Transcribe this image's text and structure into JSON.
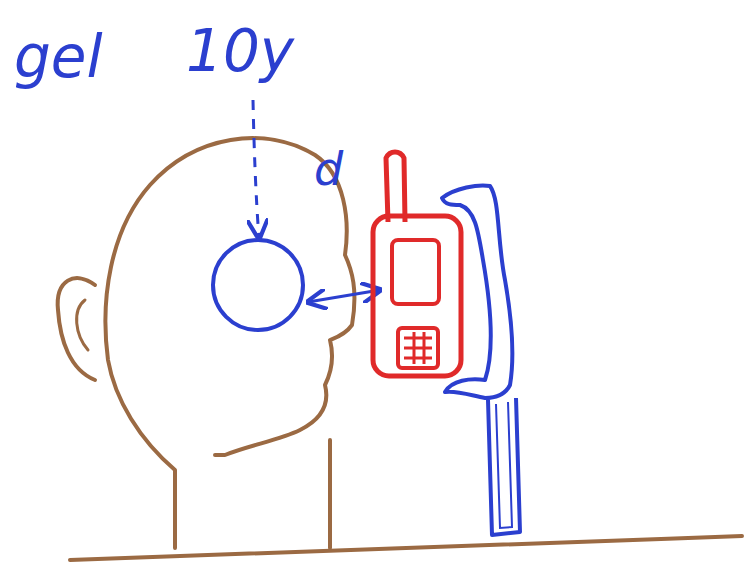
{
  "diagram": {
    "labels": [
      "gel",
      "10y",
      "d"
    ]
  }
}
